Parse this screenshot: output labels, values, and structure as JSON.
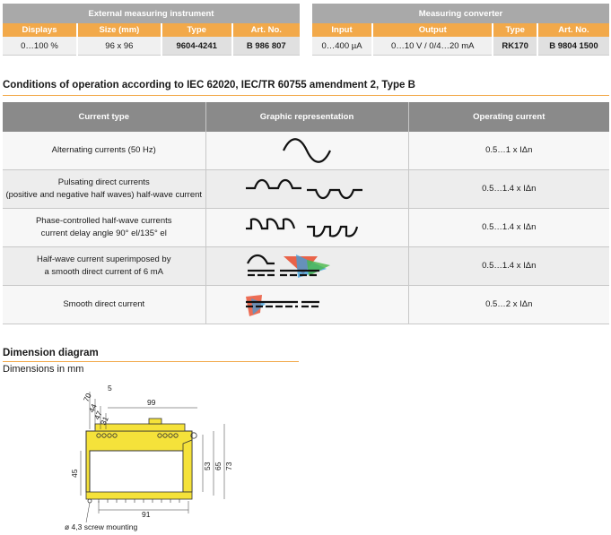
{
  "external_instrument": {
    "title": "External measuring instrument",
    "headers": [
      "Displays",
      "Size (mm)",
      "Type",
      "Art. No."
    ],
    "row": [
      "0…100 %",
      "96 x 96",
      "9604-4241",
      "B 986 807"
    ]
  },
  "measuring_converter": {
    "title": "Measuring converter",
    "headers": [
      "Input",
      "Output",
      "Type",
      "Art. No."
    ],
    "row": [
      "0…400 µA",
      "0…10 V / 0/4…20 mA",
      "RK170",
      "B 9804 1500"
    ]
  },
  "conditions": {
    "title": "Conditions of operation according to IEC 62020, IEC/TR 60755 amendment 2, Type B",
    "headers": [
      "Current type",
      "Graphic representation",
      "Operating current"
    ],
    "rows": [
      {
        "type_line1": "Alternating currents (50 Hz)",
        "type_line2": "",
        "graphic-icon": "sine-wave",
        "current": "0.5…1 x IΔn"
      },
      {
        "type_line1": "Pulsating direct currents",
        "type_line2": "(positive and negative half waves) half-wave current",
        "graphic-icon": "half-wave-pos-neg",
        "current": "0.5…1.4 x IΔn"
      },
      {
        "type_line1": "Phase-controlled half-wave currents",
        "type_line2": "current delay angle 90° el/135° el",
        "graphic-icon": "phase-controlled-wave",
        "current": "0.5…1.4 x IΔn"
      },
      {
        "type_line1": "Half-wave current superimposed by",
        "type_line2": "a smooth direct current of 6 mA",
        "graphic-icon": "half-wave-dc",
        "current": "0.5…1.4 x IΔn"
      },
      {
        "type_line1": "Smooth direct current",
        "type_line2": "",
        "graphic-icon": "dc-lines",
        "current": "0.5…2 x IΔn"
      }
    ]
  },
  "dimension": {
    "title": "Dimension diagram",
    "subtitle": "Dimensions in mm",
    "labels": {
      "d70": "70",
      "d5": "5",
      "d44": "44",
      "d47": "47",
      "d31": "31",
      "d99": "99",
      "d45": "45",
      "d53": "53",
      "d65": "65",
      "d73": "73",
      "d91": "91",
      "screw": "ø 4,3 screw mounting"
    }
  },
  "colors": {
    "accent": "#f2a94a",
    "header_gray": "#a9a9a9",
    "drawing_yellow": "#f5e23a"
  }
}
